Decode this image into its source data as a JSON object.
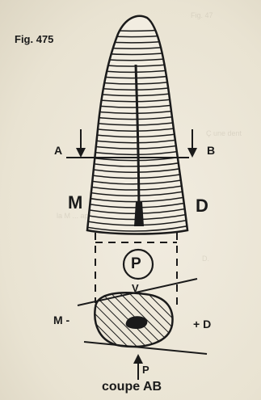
{
  "figure_number": "Fig. 475",
  "cut_start": "A",
  "cut_end": "B",
  "mesial": "M",
  "distal": "D",
  "pulp": "P",
  "vestibular": "V",
  "mesial_minus": "M -",
  "distal_plus": "+ D",
  "palatal": "P",
  "section_caption": "coupe AB"
}
